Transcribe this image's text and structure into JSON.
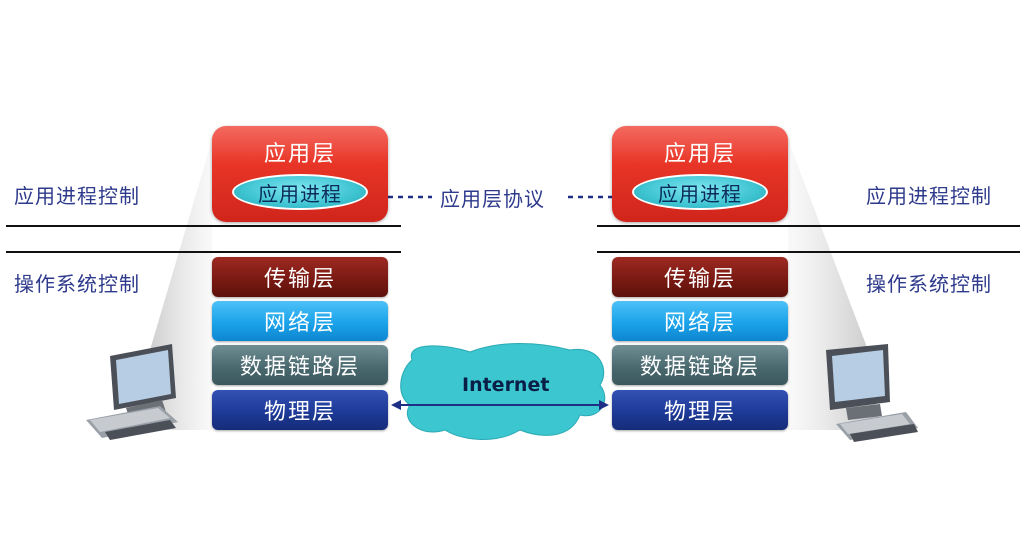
{
  "left": {
    "app_process_control": "应用进程控制",
    "os_control": "操作系统控制"
  },
  "right": {
    "app_process_control": "应用进程控制",
    "os_control": "操作系统控制"
  },
  "stack_left": {
    "application": "应用层",
    "app_process": "应用进程",
    "transport": "传输层",
    "network": "网络层",
    "datalink": "数据链路层",
    "physical": "物理层"
  },
  "stack_right": {
    "application": "应用层",
    "app_process": "应用进程",
    "transport": "传输层",
    "network": "网络层",
    "datalink": "数据链路层",
    "physical": "物理层"
  },
  "protocol_label": "应用层协议",
  "internet_label": "Internet",
  "colors": {
    "application": "#e83527",
    "process": "#3fc4d2",
    "transport": "#7a1a13",
    "network": "#1ba3ea",
    "datalink": "#4a6a70",
    "physical": "#1e3a98",
    "cloud": "#3cc6cf",
    "label_text": "#2e3a8c"
  }
}
